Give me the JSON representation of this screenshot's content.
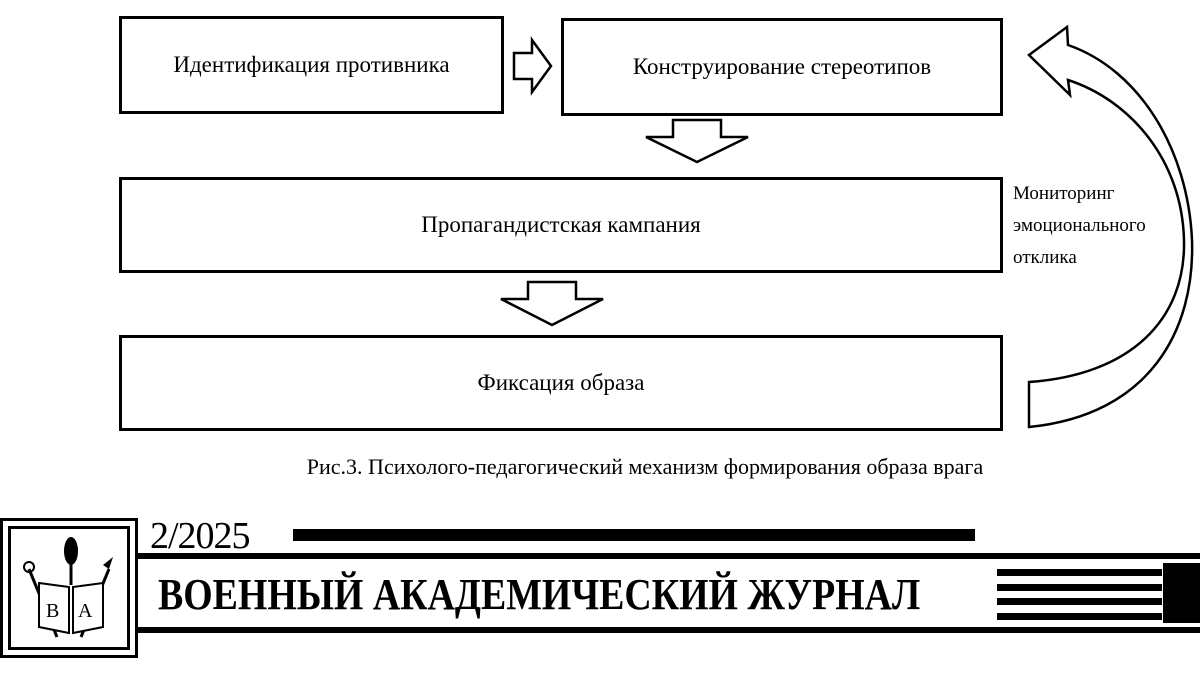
{
  "diagram": {
    "nodes": [
      {
        "id": "identification",
        "label": "Идентификация противника"
      },
      {
        "id": "stereotypes",
        "label": "Конструирование стереотипов"
      },
      {
        "id": "campaign",
        "label": "Пропагандистская кампания"
      },
      {
        "id": "fixation",
        "label": "Фиксация образа"
      }
    ],
    "edges": [
      {
        "from": "identification",
        "to": "stereotypes"
      },
      {
        "from": "stereotypes",
        "to": "campaign"
      },
      {
        "from": "campaign",
        "to": "fixation"
      },
      {
        "from": "fixation",
        "to": "stereotypes",
        "label": "Мониторинг эмоционального отклика"
      }
    ],
    "feedback_lines": [
      "Мониторинг",
      "эмоционального",
      "отклика"
    ],
    "caption": "Рис.3. Психолого-педагогический механизм формирования образа врага"
  },
  "footer": {
    "issue": "2/2025",
    "journal_title": "ВОЕННЫЙ АКАДЕМИЧЕСКИЙ ЖУРНАЛ",
    "logo_letters": [
      "В",
      "А"
    ]
  }
}
